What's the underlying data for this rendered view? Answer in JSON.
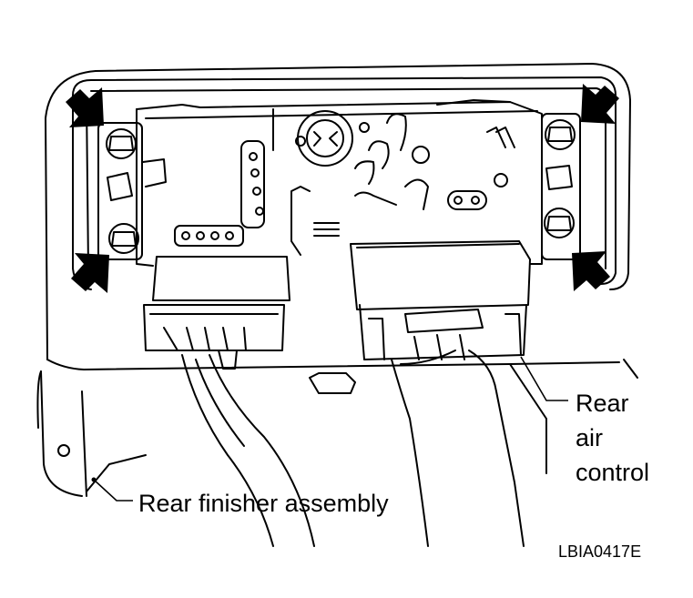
{
  "labels": {
    "rear_air_control_line1": "Rear",
    "rear_air_control_line2": "air",
    "rear_air_control_line3": "control",
    "rear_finisher_assembly": "Rear finisher assembly",
    "figure_code": "LBIA0417E"
  },
  "colors": {
    "ink": "#000000",
    "paper": "#ffffff"
  },
  "icons": [
    "arrow-marker-icon",
    "screw-icon",
    "connector-icon"
  ]
}
